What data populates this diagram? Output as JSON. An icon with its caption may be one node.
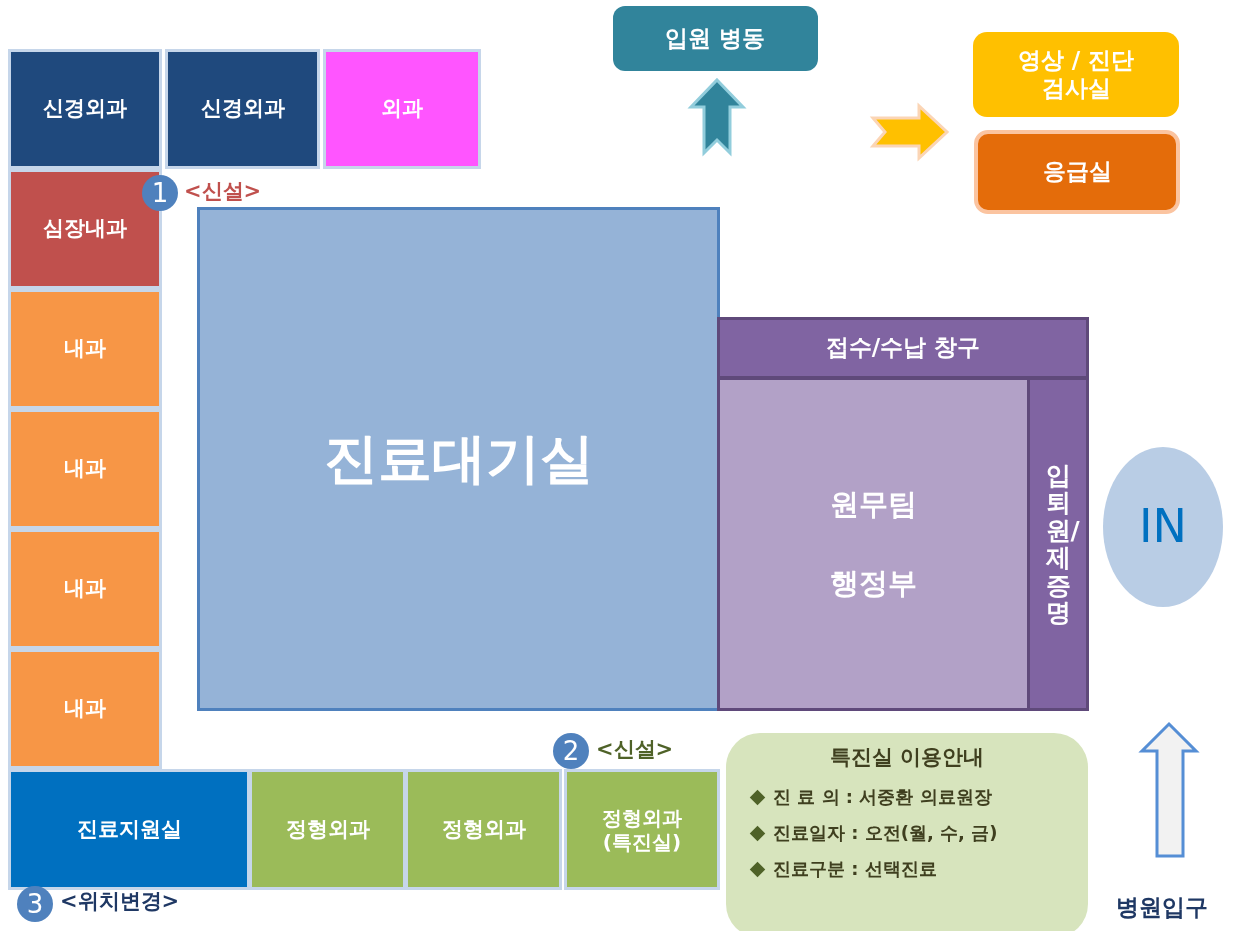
{
  "diagram": {
    "nodes": [
      {
        "text": [
          "신경외과"
        ]
      },
      {
        "text": [
          "신경외과"
        ]
      },
      {
        "text": [
          "외과"
        ]
      },
      {
        "text": [
          "심장내과"
        ]
      },
      {
        "text": [
          "내과"
        ]
      },
      {
        "text": [
          "내과"
        ]
      },
      {
        "text": [
          "내과"
        ]
      },
      {
        "text": [
          "내과"
        ]
      },
      {
        "text": [
          "진료대기실"
        ]
      },
      {
        "text": [
          "접수/수납 창구"
        ]
      },
      {
        "text": [
          "원무팀",
          "행정부"
        ]
      },
      {
        "text": [
          "입퇴원/제증명"
        ]
      },
      {
        "text": [
          "진료지원실"
        ]
      },
      {
        "text": [
          "정형외과"
        ]
      },
      {
        "text": [
          "정형외과"
        ]
      },
      {
        "text": [
          "정형외과 (특진실)"
        ]
      },
      {
        "text": [
          "특진실 이용안내",
          "진 료 의 : 서중환 의료원장",
          "진료일자 : 오전(월, 수, 금)",
          "진료구분 : 선택진료"
        ]
      },
      {
        "text": [
          "입원 병동"
        ]
      },
      {
        "text": [
          "영상 / 진단 검사실"
        ]
      },
      {
        "text": [
          "응급실"
        ]
      },
      {
        "text": [
          "IN"
        ]
      }
    ],
    "labels": [
      "1",
      "<신설>",
      "2",
      "<신설>",
      "3",
      "<위치변경>",
      "병원입구"
    ]
  }
}
